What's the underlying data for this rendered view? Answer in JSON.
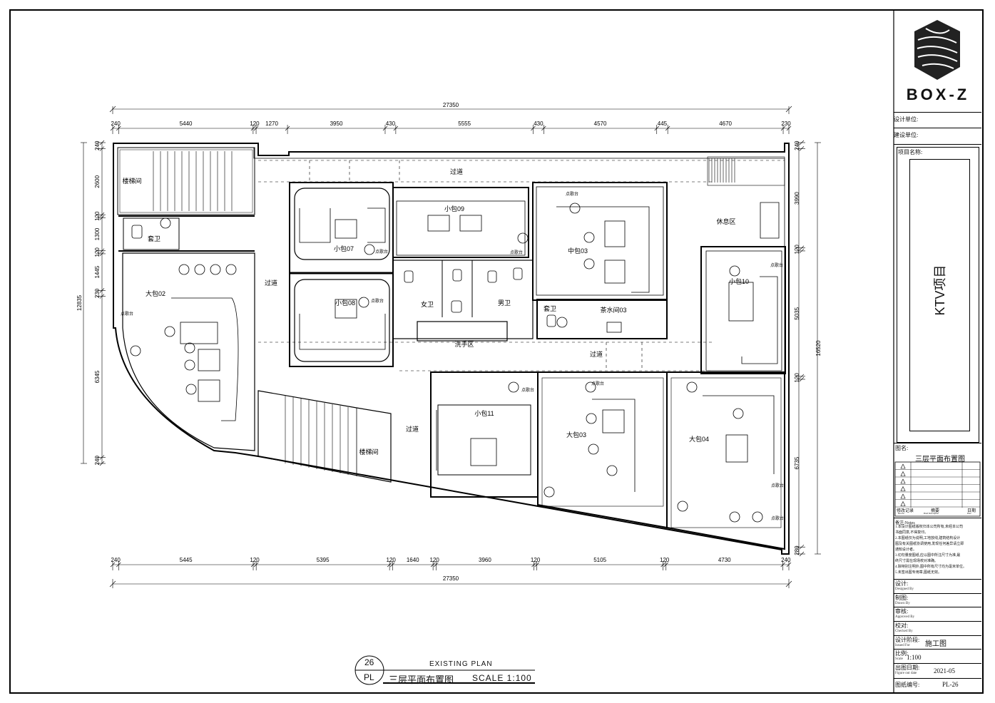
{
  "dims_top": [
    "240",
    "5440",
    "120",
    "1270",
    "3950",
    "430",
    "5555",
    "430",
    "4570",
    "445",
    "4670",
    "230"
  ],
  "dims_bottom": [
    "240",
    "5445",
    "120",
    "5395",
    "120",
    "1640",
    "120",
    "3960",
    "120",
    "5105",
    "120",
    "4730",
    "240"
  ],
  "dim_total": "27350",
  "dims_left": [
    "240",
    "2600",
    "120",
    "1300",
    "120",
    "1445",
    "230",
    "6345",
    "240"
  ],
  "dim_left_total": "12835",
  "dims_right": [
    "240",
    "3990",
    "120",
    "5035",
    "120",
    "6735",
    "280"
  ],
  "dim_right_total": "16520",
  "rooms": {
    "stair1": "楼梯间",
    "suite_bath1": "套卫",
    "big02": "大包02",
    "corridor_top": "过道",
    "corridor_left": "过道",
    "small07": "小包07",
    "small08": "小包08",
    "small09": "小包09",
    "mid03": "中包03",
    "lounge": "休息区",
    "small10": "小包10",
    "female_wc": "女卫",
    "male_wc": "男卫",
    "wash": "洗手区",
    "suite_bath2": "套卫",
    "tea03": "茶水间03",
    "corridor_mid": "过道",
    "corridor_low": "过道",
    "stair2": "楼梯间",
    "small11": "小包11",
    "big03": "大包03",
    "big04": "大包04"
  },
  "kiosk_label": "点歌台",
  "plan_title": {
    "number": "26",
    "code": "PL",
    "en": "EXISTING PLAN",
    "zh": "三层平面布置图",
    "scale": "SCALE 1:100"
  },
  "title_block": {
    "brand": "BOX-Z",
    "design_unit": "设计单位:",
    "build_unit": "建设单位:",
    "project_label": "项目名称:",
    "project_name": "KTV项目",
    "drawing_label": "图名:",
    "drawing_name": "三层平面布置图",
    "rev_headers": [
      "修改记录",
      "摘要",
      "日期"
    ],
    "rev_headers_en": [
      "Rev.No",
      "Brief Description",
      "Date"
    ],
    "notes_title": "备注:Notes",
    "notes": [
      "1.本设计图纸版权归本公司所有,未经本公司",
      "书面同意,不得复印。",
      "2.本图纸仅为说明,工地放线,建筑结构设计",
      "图及有关图纸协调使用,发现任何差异请立即",
      "通知设计者。",
      "3.切勿量度图纸,应以图中所注尺寸为准,最",
      "终尺寸需在现场校对准确。",
      "4.除特别注明外,图中所有尺寸均为毫米单位。",
      "5.未签出图专用章,图纸无效。"
    ],
    "designer_zh": "设计:",
    "designer_en": "Designed By",
    "drawn_zh": "制图:",
    "drawn_en": "Drawn By",
    "approved_zh": "审核:",
    "approved_en": "Approved By",
    "checked_zh": "校对:",
    "checked_en": "Checked By",
    "stage_zh": "设计阶段:",
    "stage_en": "Issued For",
    "stage_value": "施工图",
    "scale_zh": "比例:",
    "scale_en": "Scale",
    "scale_value": "1:100",
    "date_zh": "出图日期:",
    "date_en": "Figure out date",
    "date_value": "2021-05",
    "no_zh": "图纸编号:",
    "no_value": "PL-26"
  }
}
